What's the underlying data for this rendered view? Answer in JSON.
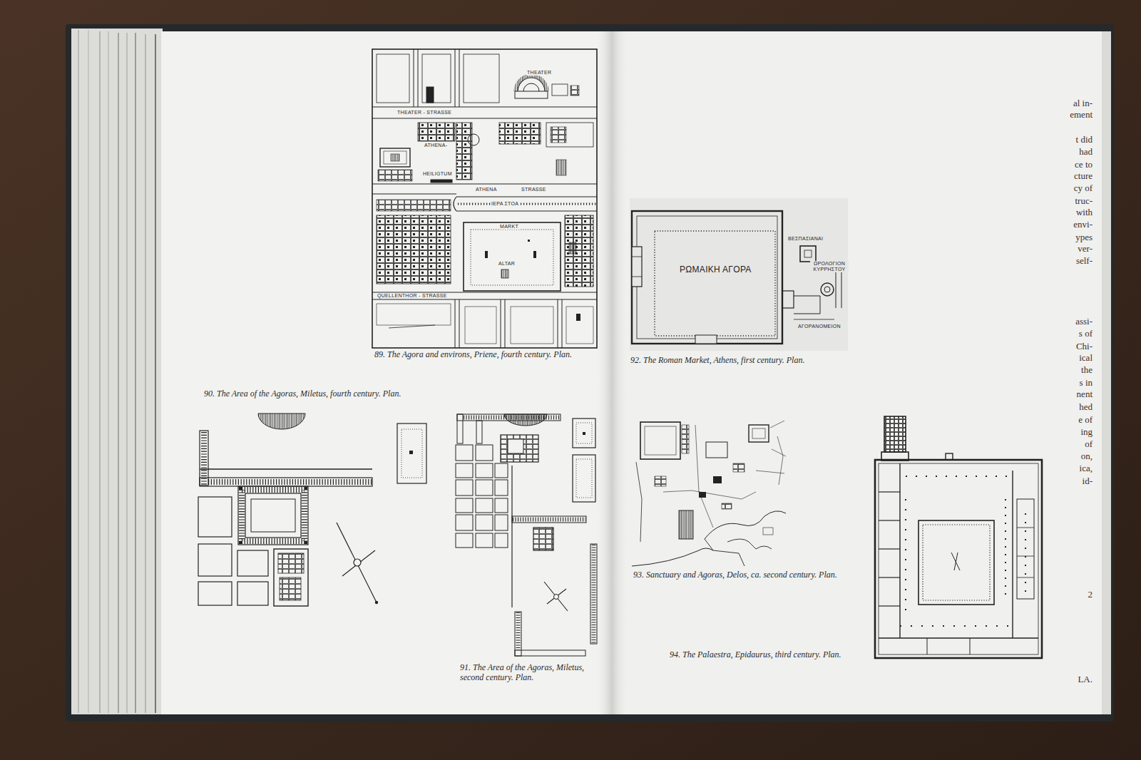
{
  "diagram": {
    "labels": [
      "89. The Agora and environs, Priene, fourth century. Plan.",
      "90. The Area of the Agoras, Miletus, fourth century. Plan.",
      "91. The Area of the Agoras, Miletus, second century. Plan.",
      "92. The Roman Market, Athens, first century. Plan.",
      "93. Sanctuary and Agoras, Delos, ca. second century. Plan.",
      "94. The Palaestra, Epidaurus, third century. Plan.",
      "THEATER",
      "THEATER - STRASSE",
      "ATHENA-",
      "HEILIGTUM",
      "ATHENA",
      "STRASSE",
      "ΙΕΡΑ ΣΤΟΑ",
      "MARKT",
      "ALTAR",
      "QUELLENTHOR - STRASSE",
      "ΡΩΜΑΙΚΗ ΑΓΟΡΑ",
      "ΒΕΣΠΑΣΙΑΝΑΙ",
      "ΩΡΟΛΟΓΙΟΝ ΚΥΡΡΗΣΤΟΥ",
      "ΑΓΟΡΑΝΟΜΕΙΟΝ",
      "al in-",
      "ement",
      "t did",
      "had",
      "ce to",
      "cture",
      "cy of",
      "truc-",
      "with",
      "envi-",
      "ypes",
      "ver-",
      "self-",
      "assi-",
      "s of",
      "Chi-",
      "ical",
      "the",
      "s in",
      "nent",
      "hed",
      "e of",
      "ing",
      "of",
      "on,",
      "ica,",
      "id-",
      "2",
      "LA."
    ]
  }
}
